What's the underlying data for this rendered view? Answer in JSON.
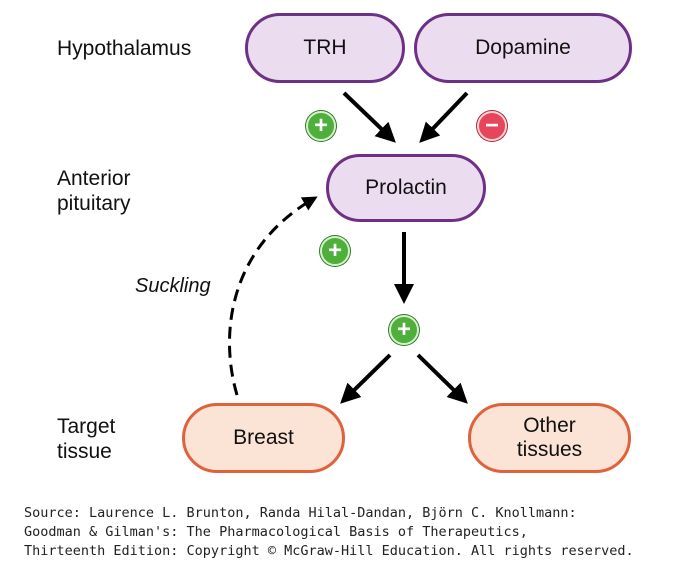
{
  "levels": {
    "hypothalamus": "Hypothalamus",
    "anterior_pituitary": [
      "Anterior",
      "pituitary"
    ],
    "target_tissue": [
      "Target",
      "tissue"
    ]
  },
  "nodes": {
    "trh": "TRH",
    "dopamine": "Dopamine",
    "prolactin": "Prolactin",
    "breast": "Breast",
    "other_tissues": [
      "Other",
      "tissues"
    ]
  },
  "signs": {
    "plus": "+",
    "minus": "−"
  },
  "feedback_label": "Suckling",
  "source_lines": [
    "Source: Laurence L. Brunton, Randa Hilal-Dandan, Björn C. Knollmann:",
    "Goodman & Gilman's: The Pharmacological Basis of Therapeutics,",
    "Thirteenth Edition: Copyright © McGraw-Hill Education. All rights reserved."
  ],
  "colors": {
    "hypothalamus_fill": "#ecdcf0",
    "hypothalamus_border": "#6e2f86",
    "target_fill": "#fbe3d6",
    "target_border": "#e0623a",
    "stimulate": "#4faf3b",
    "inhibit": "#e8455a"
  }
}
